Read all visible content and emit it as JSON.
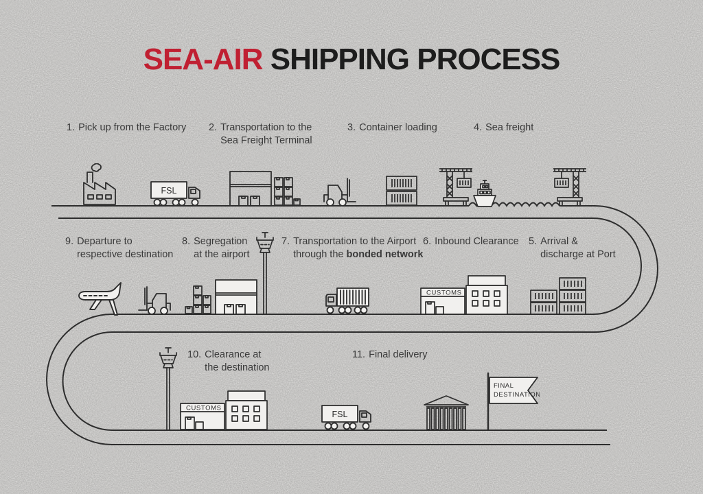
{
  "title": {
    "accent": "SEA-AIR",
    "rest": "SHIPPING PROCESS"
  },
  "colors": {
    "accent": "#c02032",
    "ink": "#2d2d2d",
    "text": "#3a3a3a",
    "paper": "#f1f0ee"
  },
  "steps": {
    "s1": {
      "num": "1.",
      "line1": "Pick up from the Factory"
    },
    "s2": {
      "num": "2.",
      "line1": "Transportation to the",
      "line2": "Sea Freight Terminal"
    },
    "s3": {
      "num": "3.",
      "line1": "Container loading"
    },
    "s4": {
      "num": "4.",
      "line1": "Sea freight"
    },
    "s5": {
      "num": "5.",
      "line1": "Arrival &",
      "line2": "discharge at Port"
    },
    "s6": {
      "num": "6.",
      "line1": "Inbound Clearance"
    },
    "s7": {
      "num": "7.",
      "line1": "Transportation to the Airport",
      "line2_pre": "through the ",
      "line2_bold": "bonded network"
    },
    "s8": {
      "num": "8.",
      "line1": "Segregation",
      "line2": "at the airport"
    },
    "s9": {
      "num": "9.",
      "line1": "Departure to",
      "line2": "respective destination"
    },
    "s10": {
      "num": "10.",
      "line1": "Clearance at",
      "line2": "the destination"
    },
    "s11": {
      "num": "11.",
      "line1": "Final delivery"
    }
  },
  "icon_text": {
    "truck_label": "FSL",
    "customs_label": "CUSTOMS",
    "flag_line1": "FINAL",
    "flag_line2": "DESTINATION"
  }
}
